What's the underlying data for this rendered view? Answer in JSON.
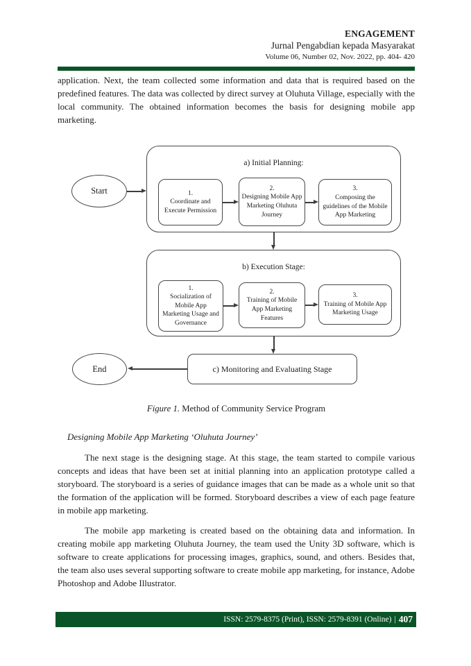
{
  "colors": {
    "accent_green": "#0b5427",
    "text": "#1c1c1c"
  },
  "header": {
    "journal_name": "ENGAGEMENT",
    "subtitle": "Jurnal Pengabdian kepada Masyarakat",
    "volume_line": "Volume 06, Number 02, Nov. 2022, pp. 404- 420"
  },
  "body": {
    "paragraph1": "application. Next, the team collected some information and data that is required based on the predefined features. The data was collected by direct survey at Oluhuta Village, especially with the local community. The obtained information becomes the basis for designing mobile app marketing.",
    "section_heading": "Designing Mobile App Marketing ‘Oluhuta Journey’",
    "paragraph2": "The next stage is the designing stage. At this stage, the team started to compile various concepts and ideas that have been set at initial planning into an application prototype called a storyboard. The storyboard is a series of guidance images that can be made as a whole unit so that the formation of the application will be formed. Storyboard describes a view of each page feature in mobile app marketing.",
    "paragraph3": "The mobile app marketing is created based on the obtaining data and information. In creating mobile app marketing Oluhuta Journey, the team used the Unity 3D software, which is software to create applications for processing images, graphics, sound, and others. Besides that, the team also uses several supporting software to create mobile app marketing, for instance, Adobe Photoshop and Adobe Illustrator."
  },
  "figure": {
    "start_label": "Start",
    "end_label": "End",
    "stage_a": {
      "title": "a) Initial Planning:",
      "steps": [
        {
          "num": "1.",
          "text": "Coordinate and Execute Permission"
        },
        {
          "num": "2.",
          "text": "Designing Mobile App Marketing Oluhuta Journey"
        },
        {
          "num": "3.",
          "text": "Composing the guidelines of the Mobile App Marketing"
        }
      ]
    },
    "stage_b": {
      "title": "b) Execution Stage:",
      "steps": [
        {
          "num": "1.",
          "text": "Socialization of Mobile App Marketing Usage and Governance"
        },
        {
          "num": "2.",
          "text": "Training of Mobile App Marketing Features"
        },
        {
          "num": "3.",
          "text": "Training of Mobile App Marketing Usage"
        }
      ]
    },
    "stage_c": {
      "title": "c) Monitoring and Evaluating Stage"
    },
    "caption_label": "Figure 1.",
    "caption_text": " Method of Community Service Program"
  },
  "footer": {
    "issn_text": "ISSN: 2579-8375 (Print), ISSN: 2579-8391 (Online)",
    "separator": "|",
    "page_number": "407"
  }
}
